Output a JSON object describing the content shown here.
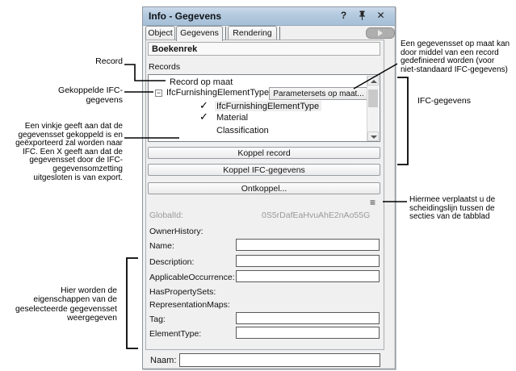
{
  "panel": {
    "title": "Info - Gegevens",
    "titlebar": {
      "help": "?",
      "close": "✕"
    },
    "tabs": [
      {
        "label": "Object"
      },
      {
        "label": "Gegevens"
      },
      {
        "label": "Rendering"
      }
    ],
    "header": "Boekenrek",
    "records_label": "Records",
    "tree": {
      "row1": {
        "label": "Record op maat"
      },
      "row2": {
        "expander": "−",
        "label": "IfcFurnishingElementType",
        "button": "Parametersets op maat..."
      },
      "row3": {
        "check": "✓",
        "label": "IfcFurnishingElementType"
      },
      "row4": {
        "check": "✓",
        "label": "Material"
      },
      "row5": {
        "label": "Classification"
      }
    },
    "buttons": {
      "koppel_record": "Koppel record",
      "koppel_ifc": "Koppel IFC-gegevens",
      "ontkoppel": "Ontkoppel..."
    },
    "splitter_icon": "≡",
    "fields": {
      "globalid": {
        "label": "GlobalId:",
        "value": "0S5rDafEaHvuAhE2nAo55G"
      },
      "ownerhistory": {
        "label": "OwnerHistory:"
      },
      "name": {
        "label": "Name:"
      },
      "description": {
        "label": "Description:"
      },
      "applicableoccurrence": {
        "label": "ApplicableOccurrence:"
      },
      "haspropertysets": {
        "label": "HasPropertySets:"
      },
      "representationmaps": {
        "label": "RepresentationMaps:"
      },
      "tag": {
        "label": "Tag:"
      },
      "elementtype": {
        "label": "ElementType:"
      }
    },
    "naam_label": "Naam:"
  },
  "annotations": {
    "record": "Record",
    "gekoppelde": "Gekoppelde IFC-\ngegevens",
    "vinkje": "Een vinkje geeft aan dat de\ngegevensset gekoppeld is en\ngeëxporteerd zal worden naar\nIFC. Een X geeft aan dat de\ngegevensset door de IFC-\ngegevensomzetting\nuitgesloten is van export.",
    "hier": "Hier worden de\neigenschappen van de\ngeselecteerde gegevensset\nweergegeven",
    "op_maat": "Een gegevensset op maat kan\ndoor middel van een record\ngedefinieerd worden (voor\nniet-standaard IFC-gegevens)",
    "ifc_gegevens": "IFC-gegevens",
    "hiermee": "Hiermee verplaatst u de\nscheidingslijn tussen de\nsecties van de tabblad"
  },
  "colors": {
    "titlebar_blue": "#aac3da",
    "panel_gray": "#f0f0f0",
    "line_black": "#000000",
    "muted_text": "#999999"
  }
}
